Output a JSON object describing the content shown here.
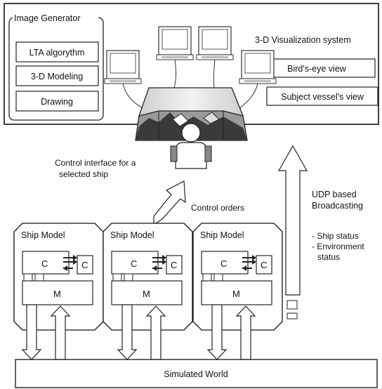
{
  "image_generator": {
    "title": "Image Generator",
    "boxes": [
      "LTA algorythm",
      "3-D Modeling",
      "Drawing"
    ]
  },
  "visualization": {
    "title": "3-D Visualization system",
    "views": [
      "Bird's-eye view",
      "Subject vessel's view"
    ]
  },
  "control_interface": [
    "Control interface for a",
    "selected ship"
  ],
  "control_orders": "Control orders",
  "broadcast": {
    "title_lines": [
      "UDP based",
      "Broadcasting"
    ],
    "items": [
      "- Ship status",
      "- Environment",
      "status"
    ]
  },
  "ship_models": [
    {
      "title": "Ship Model",
      "c_left": "C",
      "c_right": "C",
      "m": "M"
    },
    {
      "title": "Ship Model",
      "c_left": "C",
      "c_right": "C",
      "m": "M"
    },
    {
      "title": "Ship Model",
      "c_left": "C",
      "c_right": "C",
      "m": "M"
    }
  ],
  "simulated_world": "Simulated World"
}
